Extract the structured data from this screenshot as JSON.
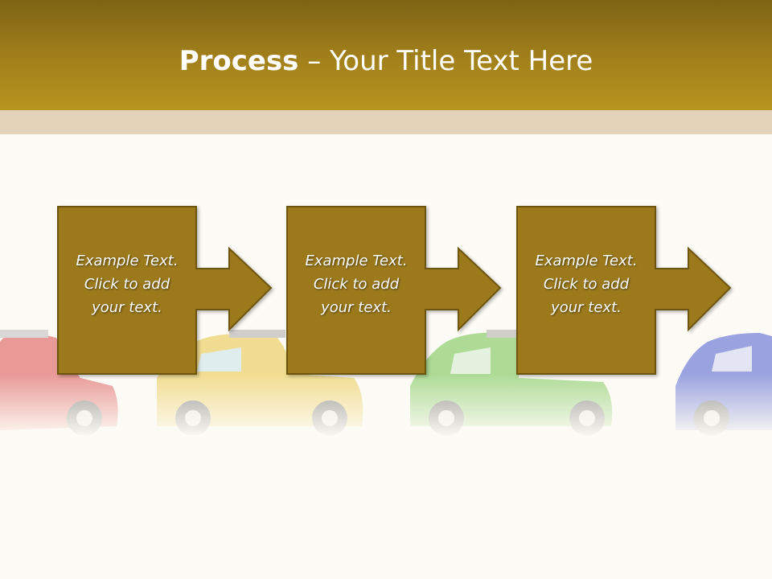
{
  "slide": {
    "title_bold": "Process",
    "title_rest": " – Your Title Text Here"
  },
  "steps": [
    {
      "line1": "Example Text.",
      "line2": "Click  to add",
      "line3": "your text."
    },
    {
      "line1": "Example Text.",
      "line2": "Click  to add",
      "line3": "your text."
    },
    {
      "line1": "Example Text.",
      "line2": "Click  to add",
      "line3": "your text."
    }
  ],
  "colors": {
    "header": "#a3811b",
    "band": "#e2d3b9",
    "box_fill": "#9c7a1c",
    "box_stroke": "#6e5510",
    "car_colors": [
      "#d94b4b",
      "#e8c640",
      "#6cc24a",
      "#4a5ad0"
    ]
  }
}
